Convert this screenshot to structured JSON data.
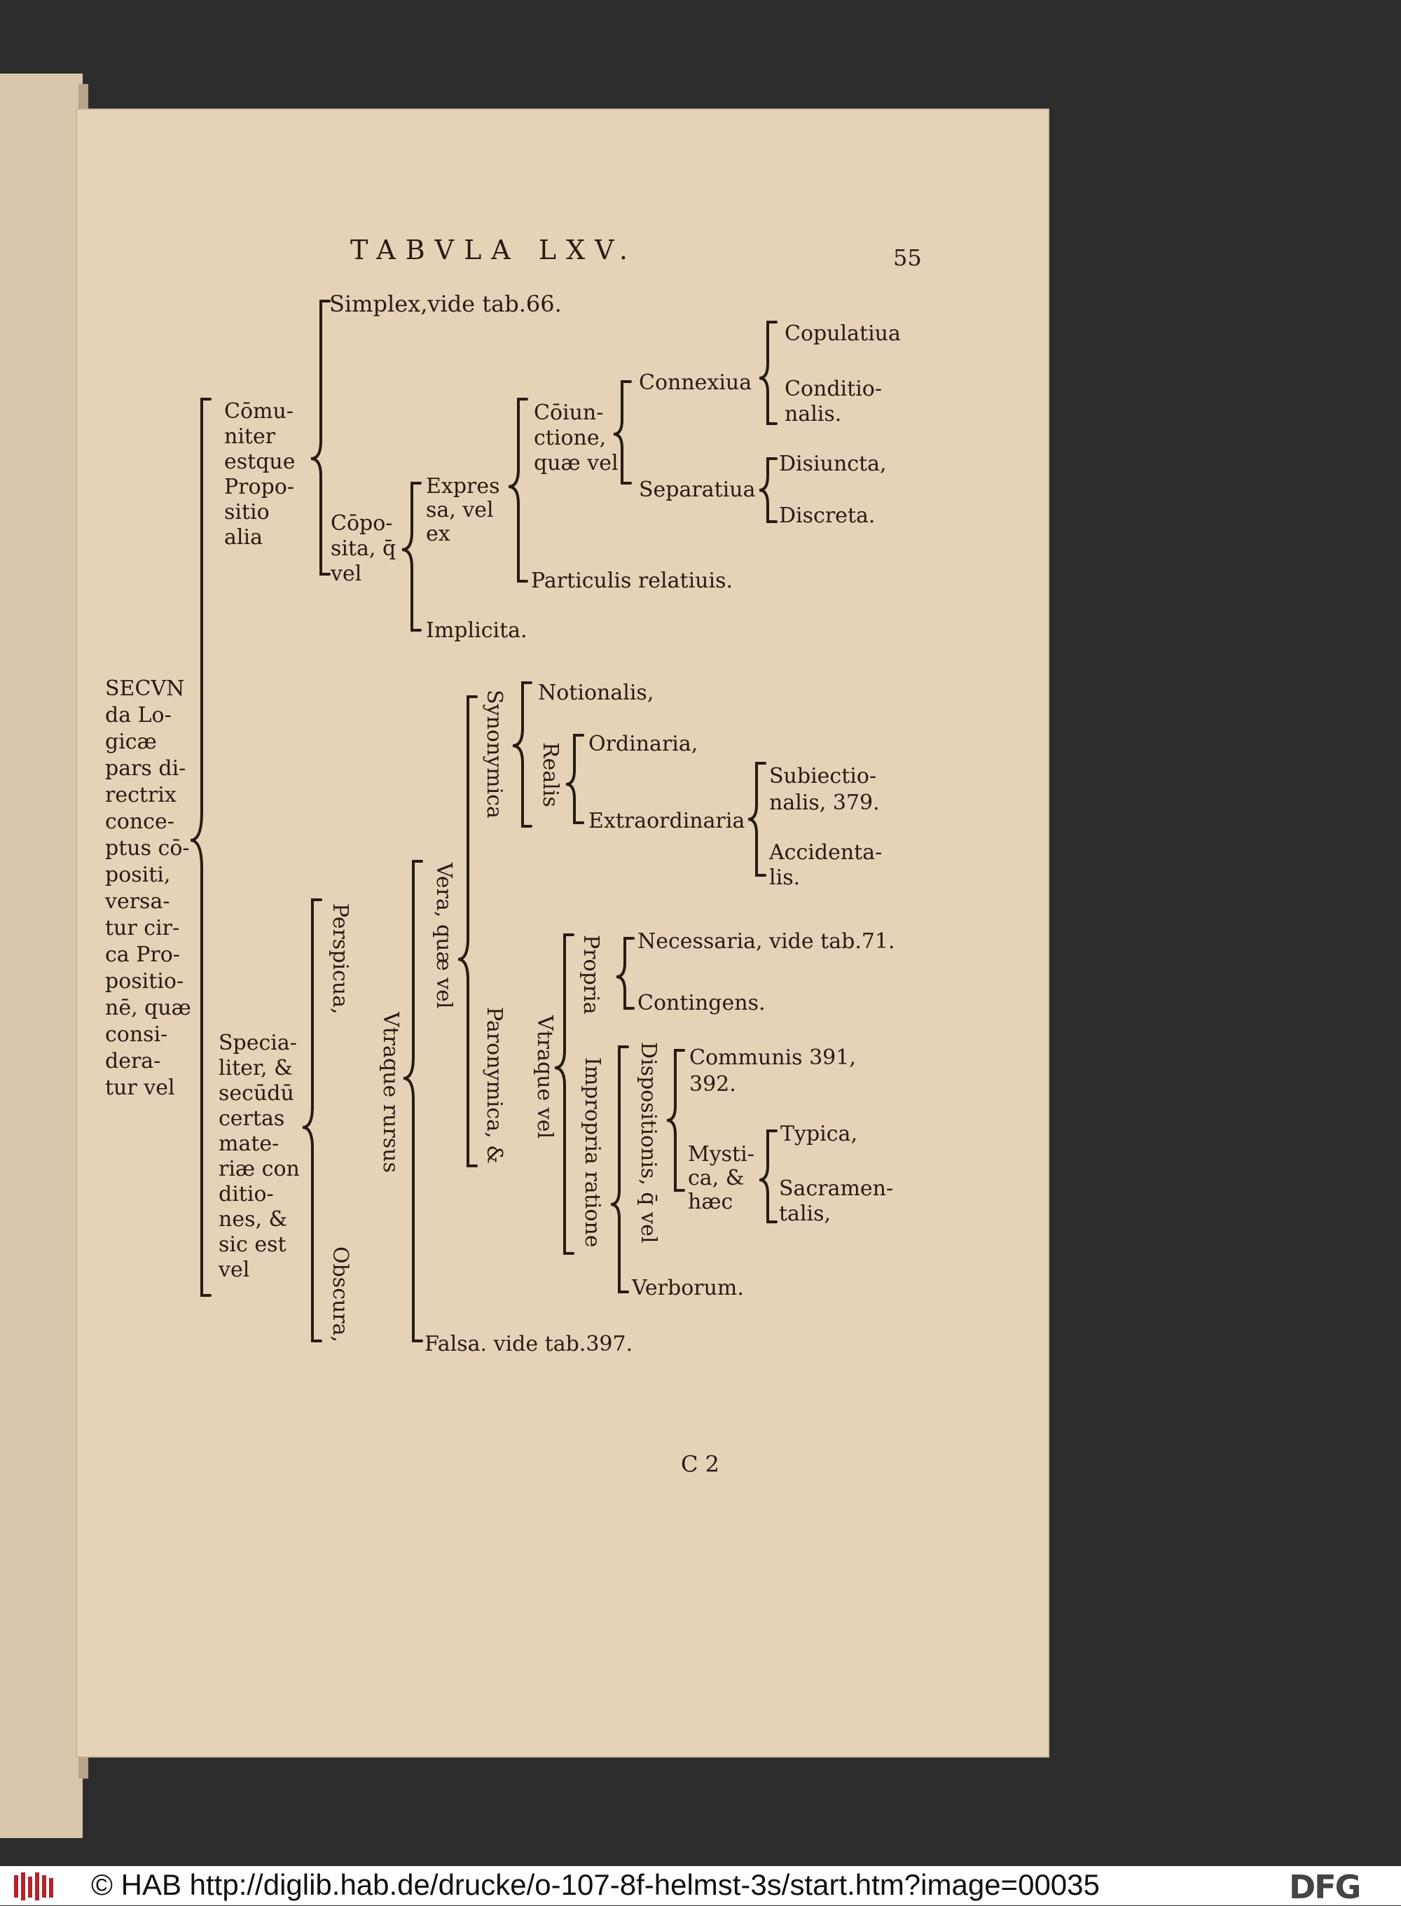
{
  "page": {
    "heading": "TABVLA LXV.",
    "page_number": "55",
    "signature": "C 2"
  },
  "tree": {
    "root": "SECVN\nda Lo-\ngicæ\npars di-\nrectrix\nconce-\nptus cō-\npositi,\nversa-\ntur cir-\nca Pro-\npositio-\nnē, quæ\nconsi-\ndera-\ntur vel",
    "communiter": "Cōmu-\nniter\nestque\nPropo-\nsitio\nalia",
    "simplex": "Simplex,vide tab.66.",
    "composita": "Cōpo-\nsita, q̄\nvel",
    "expressa": "Expres\nsa, vel\nex",
    "coniunctione": "Cōiun-\nctione,\nquæ vel",
    "connexiua": "Connexiua",
    "copulatiua": "Copulatiua",
    "conditionalis": "Conditio-\nnalis.",
    "separatiua": "Separatiua",
    "disiuncta": "Disiuncta,",
    "discreta": "Discreta.",
    "particulis": "Particulis relatiuis.",
    "implicita": "Implicita.",
    "synonymica": "Synonymica",
    "notionalis": "Notionalis,",
    "realis": "Realis",
    "ordinaria": "Ordinaria,",
    "extraordinaria": "Extraordinaria",
    "subiectionalis": "Subiectio-\nnalis, 379.",
    "accidentalis": "Accidenta-\nlis.",
    "vera": "Vera, quæ vel",
    "propria": "Propria",
    "necessaria": "Necessaria, vide tab.71.",
    "contingens": "Contingens.",
    "paronymica": "Paronymica, &",
    "vtraque_vel": "Vtraque vel",
    "impropria": "Impropria ratione",
    "dispositionis": "Dispositionis, q̄ vel",
    "communis": "Communis 391,\n392.",
    "mystica": "Mysti-\nca, &\nhæc",
    "typica": "Typica,",
    "sacramentalis": "Sacramen-\ntalis,",
    "verborum": "Verborum.",
    "specialiter": "Specia-\nliter, &\nsecūdū\ncertas\nmate-\nriæ con\nditio-\nnes, &\nsic est\nvel",
    "perspicua": "Perspicua,",
    "vtraque_rursus": "Vtraque rursus",
    "obscura": "Obscura,",
    "falsa": "Falsa. vide tab.397."
  },
  "footer": {
    "text": "© HAB http://diglib.hab.de/drucke/o-107-8f-helmst-3s/start.htm?image=00035",
    "logo_right": "DFG"
  },
  "colors": {
    "paper": "#e6d2b6",
    "ink": "#2a1a12",
    "background": "#2d2d2e"
  }
}
